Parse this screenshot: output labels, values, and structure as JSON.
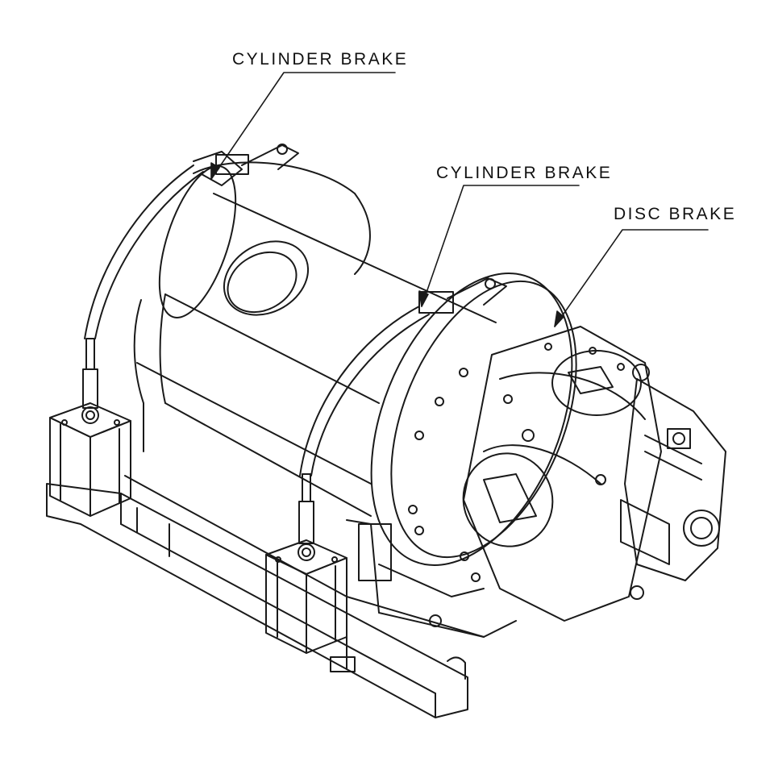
{
  "diagram": {
    "callouts": [
      {
        "id": "cylinder-brake-1",
        "label": "CYLINDER BRAKE"
      },
      {
        "id": "cylinder-brake-2",
        "label": "CYLINDER BRAKE"
      },
      {
        "id": "disc-brake",
        "label": "DISC BRAKE"
      }
    ]
  },
  "colors": {
    "line": "#1a1a1a",
    "background": "#ffffff"
  }
}
